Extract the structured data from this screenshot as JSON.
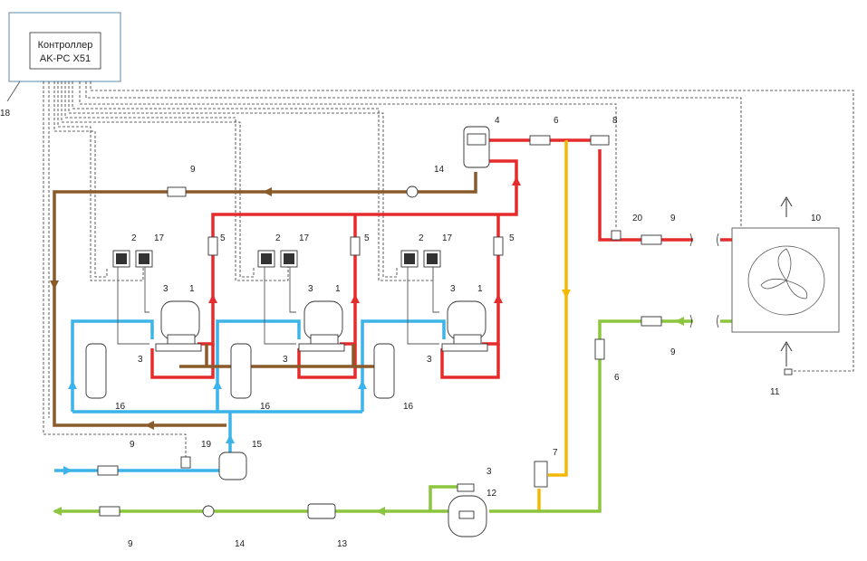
{
  "controller": {
    "line1": "Контроллер",
    "line2": "AK-PC X51"
  },
  "labels": {
    "compressor": "1",
    "low_pressure_switch": "2",
    "valve": "3",
    "oil_separator": "4",
    "check_valve": "5",
    "shutoff_valve": "6",
    "three_way_valve": "7",
    "safety_valve": "8",
    "ball_valve": "9",
    "condenser": "10",
    "ambient_sensor": "11",
    "receiver": "12",
    "filter_drier": "13",
    "sight_glass": "14",
    "suction_accumulator": "15",
    "liquid_separator": "16",
    "high_pressure_switch": "17",
    "controller_ref": "18",
    "suction_transmitter": "19",
    "discharge_transmitter": "20"
  },
  "colors": {
    "discharge": "#e52b2b",
    "oil": "#8b5a2b",
    "suction": "#3db4e8",
    "liquid": "#8cc63f",
    "bypass": "#f5b800",
    "control": "#333333"
  }
}
